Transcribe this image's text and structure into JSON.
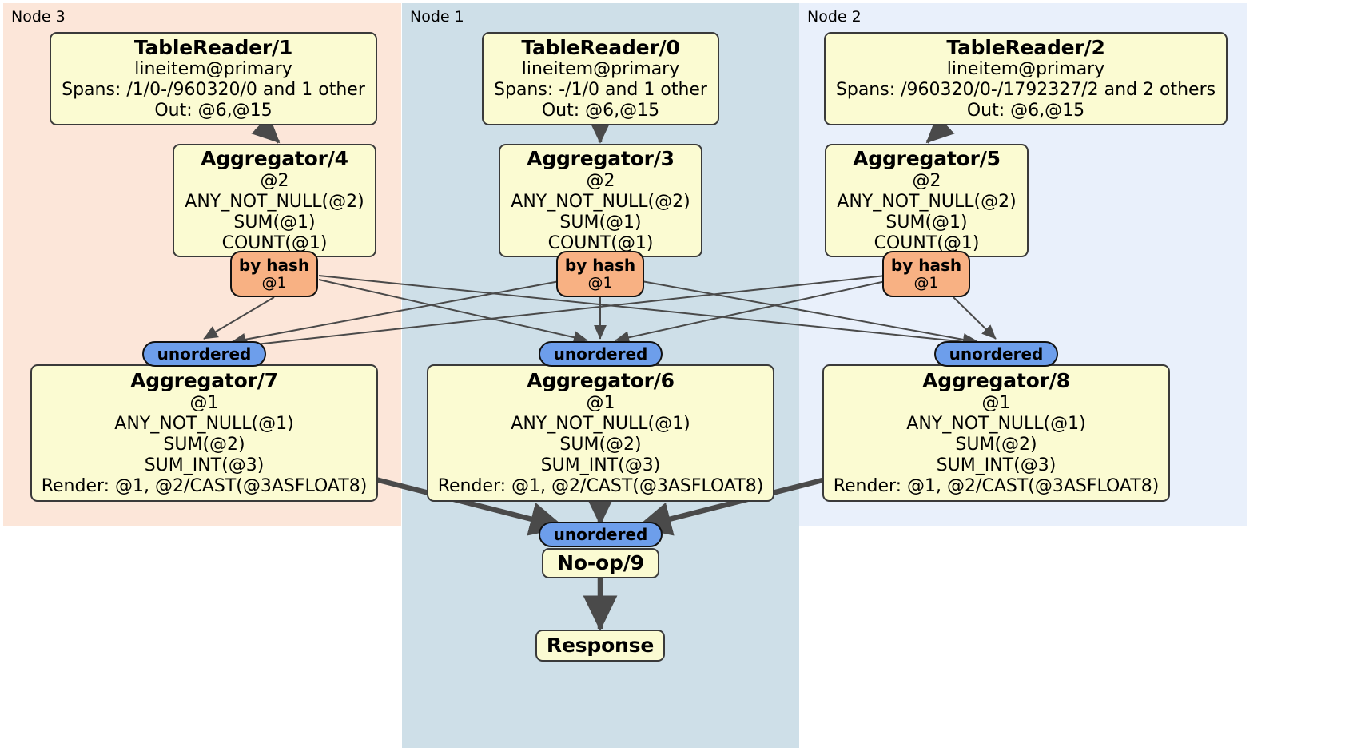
{
  "diagram": {
    "type": "distributed-query-plan",
    "panels": [
      {
        "id": "node3",
        "label": "Node 3",
        "color": "#fce6d9"
      },
      {
        "id": "node1",
        "label": "Node 1",
        "color": "#cedfe8"
      },
      {
        "id": "node2",
        "label": "Node 2",
        "color": "#e9f0fb"
      }
    ],
    "colors": {
      "box_fill": "#fbfbd2",
      "box_border": "#3a3a3a",
      "hash_badge": "#f8b183",
      "unordered_badge": "#6d9eeb",
      "edge": "#4a4a4a"
    },
    "nodes": {
      "tablereader_1": {
        "title": "TableReader/1",
        "lines": [
          "lineitem@primary",
          "Spans: /1/0-/960320/0 and 1 other",
          "Out: @6,@15"
        ]
      },
      "tablereader_0": {
        "title": "TableReader/0",
        "lines": [
          "lineitem@primary",
          "Spans: -/1/0 and 1 other",
          "Out: @6,@15"
        ]
      },
      "tablereader_2": {
        "title": "TableReader/2",
        "lines": [
          "lineitem@primary",
          "Spans: /960320/0-/1792327/2 and 2 others",
          "Out: @6,@15"
        ]
      },
      "aggregator_4": {
        "title": "Aggregator/4",
        "lines": [
          "@2",
          "ANY_NOT_NULL(@2)",
          "SUM(@1)",
          "COUNT(@1)"
        ]
      },
      "aggregator_3": {
        "title": "Aggregator/3",
        "lines": [
          "@2",
          "ANY_NOT_NULL(@2)",
          "SUM(@1)",
          "COUNT(@1)"
        ]
      },
      "aggregator_5": {
        "title": "Aggregator/5",
        "lines": [
          "@2",
          "ANY_NOT_NULL(@2)",
          "SUM(@1)",
          "COUNT(@1)"
        ]
      },
      "aggregator_7": {
        "title": "Aggregator/7",
        "lines": [
          "@1",
          "ANY_NOT_NULL(@1)",
          "SUM(@2)",
          "SUM_INT(@3)",
          "Render: @1, @2/CAST(@3ASFLOAT8)"
        ]
      },
      "aggregator_6": {
        "title": "Aggregator/6",
        "lines": [
          "@1",
          "ANY_NOT_NULL(@1)",
          "SUM(@2)",
          "SUM_INT(@3)",
          "Render: @1, @2/CAST(@3ASFLOAT8)"
        ]
      },
      "aggregator_8": {
        "title": "Aggregator/8",
        "lines": [
          "@1",
          "ANY_NOT_NULL(@1)",
          "SUM(@2)",
          "SUM_INT(@3)",
          "Render: @1, @2/CAST(@3ASFLOAT8)"
        ]
      },
      "noop_9": {
        "title": "No-op/9",
        "lines": []
      },
      "response": {
        "title": "Response",
        "lines": []
      }
    },
    "badges": {
      "hash_left": {
        "label": "by hash",
        "sub": "@1"
      },
      "hash_center": {
        "label": "by hash",
        "sub": "@1"
      },
      "hash_right": {
        "label": "by hash",
        "sub": "@1"
      },
      "unordered_left": {
        "label": "unordered"
      },
      "unordered_center": {
        "label": "unordered"
      },
      "unordered_right": {
        "label": "unordered"
      },
      "unordered_final": {
        "label": "unordered"
      }
    }
  }
}
